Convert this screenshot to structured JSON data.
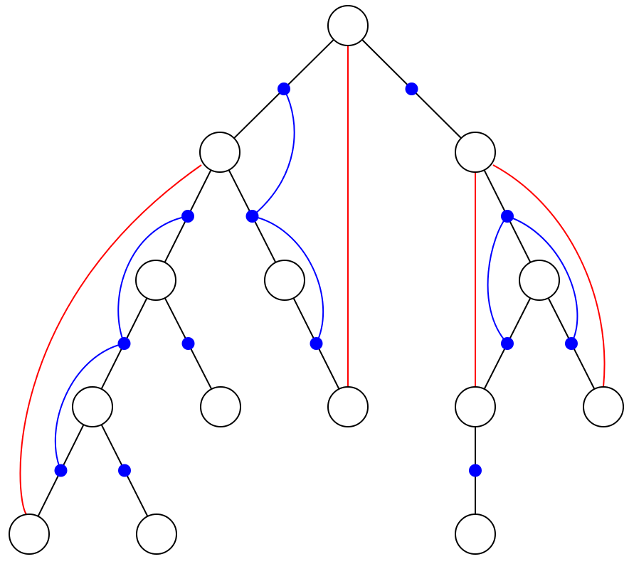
{
  "colors": {
    "node_fill": "#ffffff",
    "node_stroke": "#000000",
    "tree_edge": "#000000",
    "dot": "#0000ff",
    "blue_arc": "#0000ff",
    "red_arc": "#ff0000"
  },
  "nodes": [
    {
      "id": "root"
    },
    {
      "id": "a"
    },
    {
      "id": "b"
    },
    {
      "id": "a1"
    },
    {
      "id": "a2"
    },
    {
      "id": "b1"
    },
    {
      "id": "a1a"
    },
    {
      "id": "a1b"
    },
    {
      "id": "a2a"
    },
    {
      "id": "root_mid_leaf"
    },
    {
      "id": "b1a"
    },
    {
      "id": "b1b"
    },
    {
      "id": "a1a_l"
    },
    {
      "id": "a1a_r"
    },
    {
      "id": "b1a_c"
    }
  ],
  "tree_edges": [
    {
      "from": "root",
      "to": "a"
    },
    {
      "from": "root",
      "to": "b"
    },
    {
      "from": "a",
      "to": "a1"
    },
    {
      "from": "a",
      "to": "a2"
    },
    {
      "from": "b",
      "to": "b1"
    },
    {
      "from": "a1",
      "to": "a1a"
    },
    {
      "from": "a1",
      "to": "a1b"
    },
    {
      "from": "a2",
      "to": "a2a"
    },
    {
      "from": "b1",
      "to": "b1a"
    },
    {
      "from": "b1",
      "to": "b1b"
    },
    {
      "from": "a1a",
      "to": "a1a_l"
    },
    {
      "from": "a1a",
      "to": "a1a_r"
    },
    {
      "from": "b1a",
      "to": "b1a_c"
    }
  ],
  "red_arcs": [
    {
      "from": "root",
      "to": "root_mid_leaf"
    },
    {
      "from": "a",
      "to": "a1a_l"
    },
    {
      "from": "b",
      "to": "b1a"
    },
    {
      "from": "b",
      "to": "b1b"
    }
  ],
  "blue_arcs": [
    {
      "from": "root-a",
      "to": "a-a2"
    },
    {
      "from": "a-a1",
      "to": "a1-a1a"
    },
    {
      "from": "a-a2",
      "to": "a2-a2a"
    },
    {
      "from": "a1-a1a",
      "to": "a1a-a1a_l"
    },
    {
      "from": "b-b1",
      "to": "b1-b1a"
    },
    {
      "from": "b-b1",
      "to": "b1-b1b"
    }
  ]
}
